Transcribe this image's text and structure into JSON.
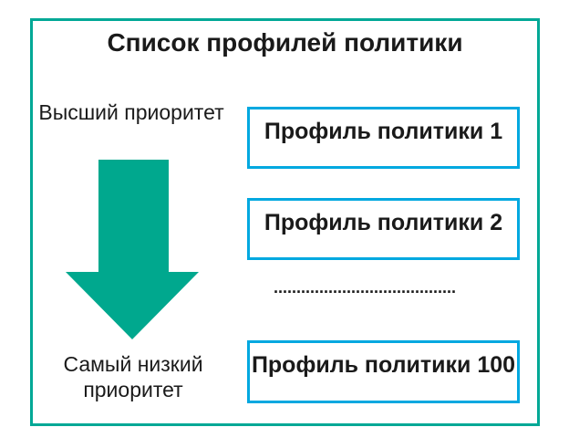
{
  "colors": {
    "frame_teal": "#00A896",
    "arrow_teal": "#00A88E",
    "box_blue": "#00A8E0",
    "text": "#1A1A1A"
  },
  "diagram": {
    "title": "Список профилей политики",
    "high_priority_label": "Высший приоритет",
    "low_priority_label": "Самый низкий приоритет",
    "arrow_direction": "down",
    "ellipsis_dots": "........................................",
    "profiles": [
      {
        "label": "Профиль политики 1"
      },
      {
        "label": "Профиль политики 2"
      },
      {
        "label": "Профиль политики 100"
      }
    ]
  }
}
